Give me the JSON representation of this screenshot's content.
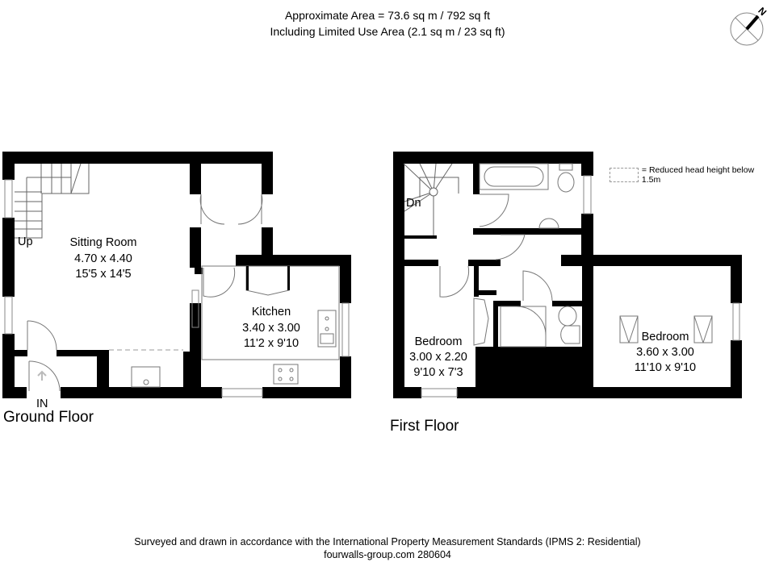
{
  "header": {
    "area_line": "Approximate Area = 73.6 sq m / 792 sq ft",
    "limited_use_line": "Including Limited Use Area (2.1 sq m / 23 sq ft)"
  },
  "compass": {
    "label": "N"
  },
  "legend": {
    "text": "= Reduced head height below 1.5m"
  },
  "ground_floor": {
    "title": "Ground Floor",
    "stairs_label": "Up",
    "entrance_label": "IN",
    "rooms": [
      {
        "name": "Sitting Room",
        "metric": "4.70 x 4.40",
        "imperial": "15'5 x 14'5"
      },
      {
        "name": "Kitchen",
        "metric": "3.40 x 3.00",
        "imperial": "11'2 x 9'10"
      }
    ]
  },
  "first_floor": {
    "title": "First Floor",
    "stairs_label": "Dn",
    "rooms": [
      {
        "name": "Bedroom",
        "metric": "3.00 x 2.20",
        "imperial": "9'10 x 7'3"
      },
      {
        "name": "Bedroom",
        "metric": "3.60 x 3.00",
        "imperial": "11'10 x 9'10"
      }
    ]
  },
  "footer": {
    "line1": "Surveyed and drawn in accordance with the International Property Measurement Standards (IPMS 2: Residential)",
    "line2": "fourwalls-group.com 280604"
  },
  "colors": {
    "wall": "#000000",
    "fixture_line": "#777777",
    "background": "#ffffff"
  }
}
